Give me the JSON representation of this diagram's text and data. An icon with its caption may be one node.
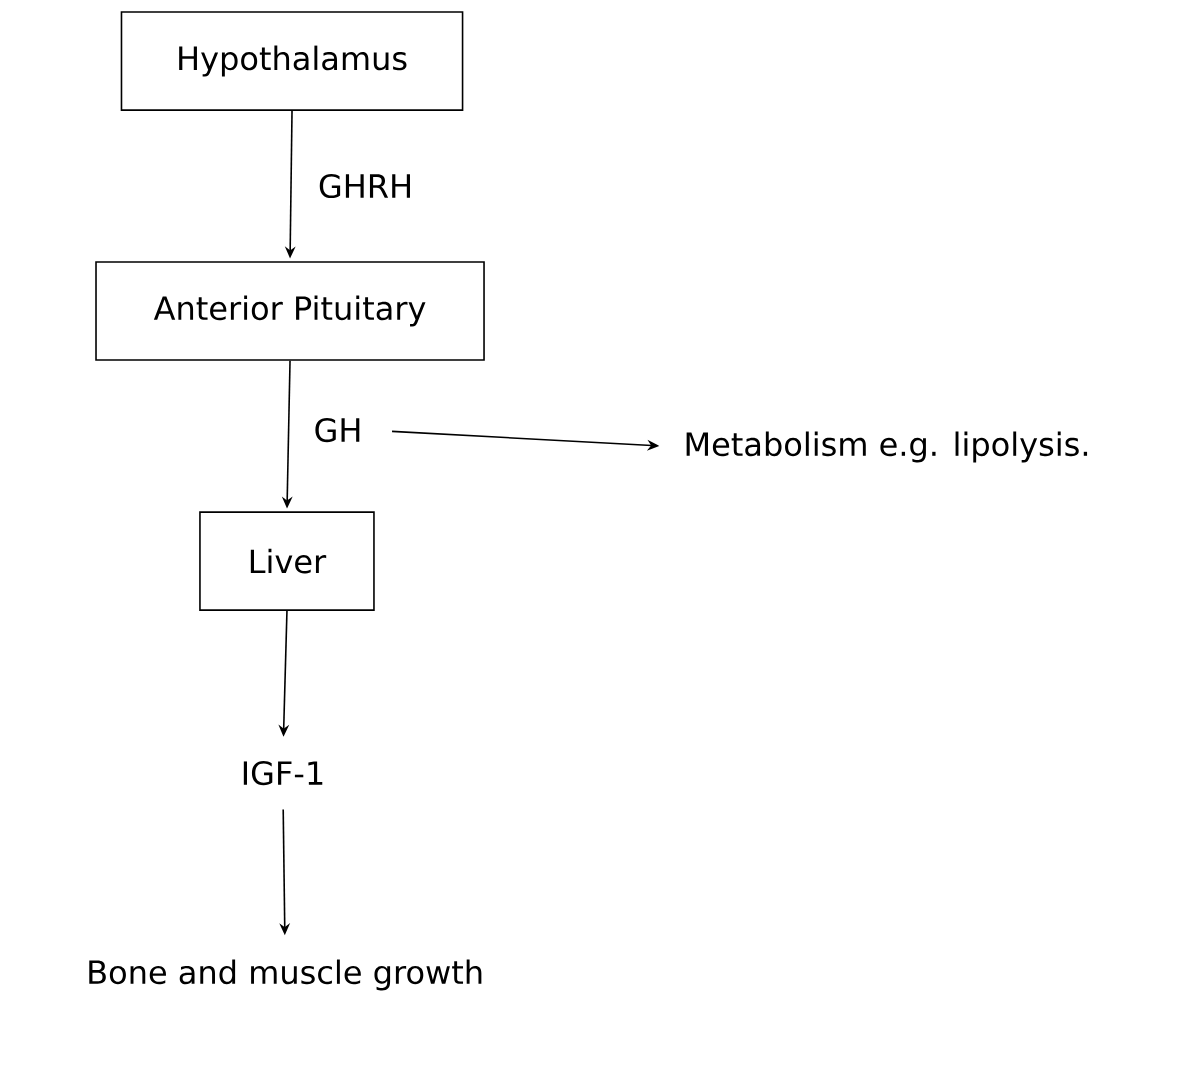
{
  "diagram": {
    "nodes": [
      {
        "text": [
          "Hypothalamus"
        ]
      },
      {
        "text": [
          "Anterior Pituitary"
        ]
      },
      {
        "text": [
          "Liver"
        ]
      },
      {
        "text": [
          "IGF-1"
        ]
      },
      {
        "text": [
          "Bone and muscle growth"
        ]
      },
      {
        "text": [
          "GH"
        ]
      },
      {
        "text": [
          "Metabolism e.g. lipolysis."
        ]
      }
    ],
    "edges": [
      {
        "from": 0,
        "to": 1,
        "arrow": "to",
        "label": "GHRH"
      },
      {
        "from": 1,
        "to": 2,
        "arrow": "to"
      },
      {
        "from": 5,
        "to": 6,
        "arrow": "to"
      },
      {
        "from": 2,
        "to": 3,
        "arrow": "to"
      },
      {
        "from": 3,
        "to": 4,
        "arrow": "to"
      }
    ]
  }
}
